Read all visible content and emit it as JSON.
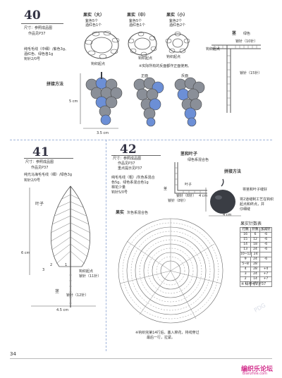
{
  "page_number": "34",
  "colors": {
    "blue": "#6c8fd6",
    "grey": "#8a8f98",
    "dark": "#3a3d44",
    "dash": "#9fb3d9",
    "brand": "#d12c8a"
  },
  "pattern40": {
    "number": "40",
    "size_label": "尺寸：参照成品图",
    "photo_ref": "作品见P37",
    "materials": [
      "纯毛毛线（中细）/紫色3g、",
      "酒红色、绿色各1g",
      "钩针2/0号"
    ],
    "fruit_large": {
      "title": "果实（大）",
      "lines": [
        "紫色5个",
        "酒红色1个"
      ]
    },
    "fruit_medium": {
      "title": "果实（中）",
      "lines": [
        "紫色5个",
        "酒红色1个"
      ]
    },
    "fruit_small": {
      "title": "果实（小）",
      "lines": [
        "紫色2个",
        "酒红色2个"
      ]
    },
    "start_label": "钩织起点",
    "note": "※实际所有的反面都作正面使用。",
    "stem": {
      "title": "茎",
      "color": "绿色",
      "chain_label": "锁针（10针）",
      "chain_label2": "锁针（15针）"
    },
    "assembly_title": "拼接方法",
    "front": "正面",
    "back": "反面",
    "dim_height": "5 cm",
    "dim_width": "3.5 cm"
  },
  "pattern41": {
    "number": "41",
    "size_label": "尺寸：参照成品图",
    "photo_ref": "作品见P37",
    "materials": [
      "纯光马海毛毛线（细）/绿色3g",
      "钩针2/0号"
    ],
    "leaf_label": "叶子",
    "dim_height": "6 cm",
    "dim_width": "4.5 cm",
    "stem_label": "茎",
    "start_label": "钩织起点",
    "chain": "锁针（11针）",
    "chain2": "锁针（12针）",
    "markers": [
      "3",
      "2",
      "1"
    ]
  },
  "pattern42": {
    "number": "42",
    "size_label": "尺寸：参照成品图",
    "photo_ref": "作品见P37",
    "method_ref": "重点提示见P37",
    "materials": [
      "纯毛毛线（粗）/灰色系混合",
      "色5g、绿色系混合色1g",
      "棉花少量",
      "钩针5/0号"
    ],
    "stem_leaf_title": "茎和叶子",
    "stem_leaf_color": "绿色系混合色",
    "leaf_label": "叶子",
    "stem_label": "茎",
    "chain_a": "锁针（6针）",
    "chain_b": "锁针（8针）",
    "assembly_title": "拼接方法",
    "assembly_note": [
      "将茎和叶子缝好",
      "将2道缝制工艺在钩织",
      "起点和终点，并",
      "仔细缝"
    ],
    "dim_h": "4 cm",
    "dim_w": "4 cm",
    "fruit_title": "果实",
    "fruit_color": "灰色系混合色",
    "stitch_table_title": "果实针数表",
    "stitch_table_headers": [
      "行数",
      "针数",
      "加减针"
    ],
    "stitch_table_rows": [
      [
        "16",
        "6",
        "-6"
      ],
      [
        "15",
        "12",
        "-6"
      ],
      [
        "14",
        "18",
        "-6"
      ],
      [
        "13",
        "24",
        "-6"
      ],
      [
        "10~12",
        "24",
        ""
      ],
      [
        "9",
        "24",
        "-6"
      ],
      [
        "5~8",
        "28",
        ""
      ],
      [
        "4",
        "28",
        "+4"
      ],
      [
        "3",
        "24",
        "+7"
      ],
      [
        "2",
        "14",
        "+7"
      ],
      [
        "1",
        "7",
        ""
      ]
    ],
    "table_note": "※ 请参考的P37",
    "bottom_note": [
      "※钩织完第14行后，塞入棉花，将线穿过",
      "最后一行，拉紧。"
    ]
  },
  "watermark": "PDG",
  "brand": {
    "name": "编织乐论坛",
    "url": "Bianzhile.com"
  }
}
